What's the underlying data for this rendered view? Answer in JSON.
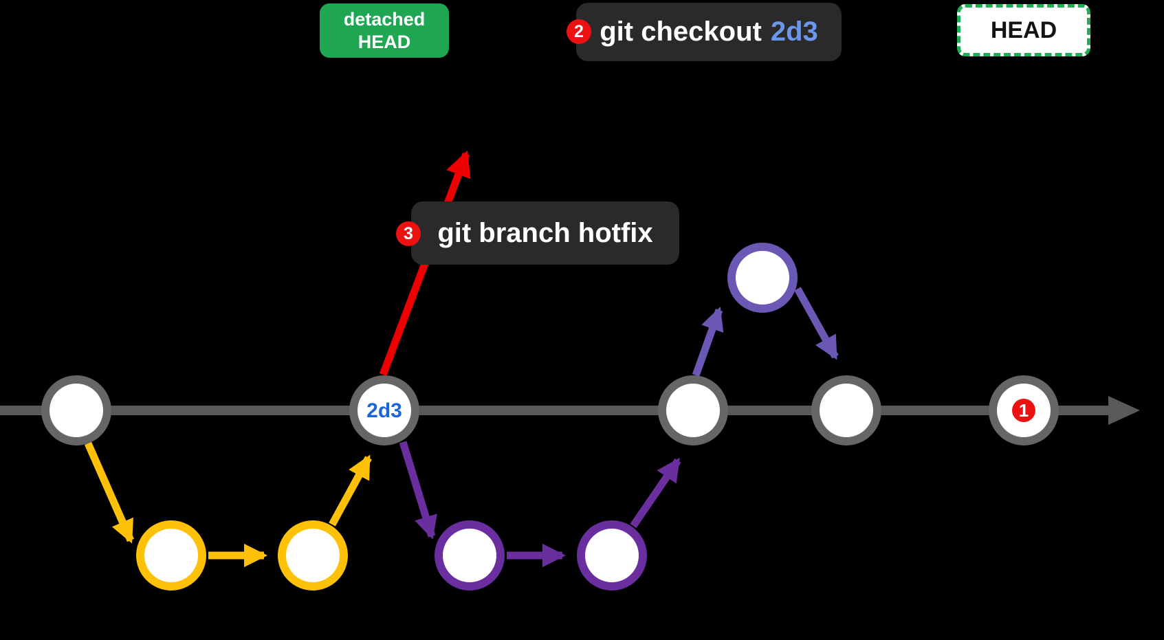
{
  "canvas": {
    "background": "#000000"
  },
  "annotations": {
    "detached_head": {
      "line1": "detached",
      "line2": "HEAD"
    },
    "checkout": {
      "step": "2",
      "command": "git checkout",
      "arg": "2d3"
    },
    "branch_hotfix": {
      "step": "3",
      "command": "git branch hotfix"
    },
    "head": {
      "text": "HEAD"
    },
    "node_2d3": {
      "text": "2d3"
    },
    "step1": {
      "text": "1"
    }
  },
  "colors": {
    "background": "#000000",
    "main_line": "#595959",
    "node_ring_gray": "#666666",
    "yellow_branch": "#FFC107",
    "purple_branch_dark": "#6A2E9E",
    "purple_branch_light": "#6A58B4",
    "red_pointer": "#EF0000",
    "green_badge": "#1FA653",
    "head_box_border": "#1FAE55",
    "command_box": "#2A2A2A",
    "step_badge_red": "#ED1212",
    "checkout_arg_blue": "#6C96EA",
    "node_label_blue": "#1A66D9"
  },
  "diagram": {
    "type": "git-commit-graph",
    "main_branch": {
      "commit_count": 5,
      "labeled_commit": "2d3",
      "ends_with_arrow": true
    },
    "yellow_branch": {
      "commit_count": 2,
      "branches_from": "commit-1",
      "merges_into": "2d3"
    },
    "purple_branch": {
      "commit_count": 2,
      "branches_from": "2d3",
      "merges_into": "commit-3"
    },
    "purple_bump_branch": {
      "commit_count": 1,
      "branches_from": "commit-3",
      "merges_into": "commit-4"
    },
    "red_arrow": {
      "from": "2d3",
      "annotation": "git branch hotfix"
    }
  }
}
